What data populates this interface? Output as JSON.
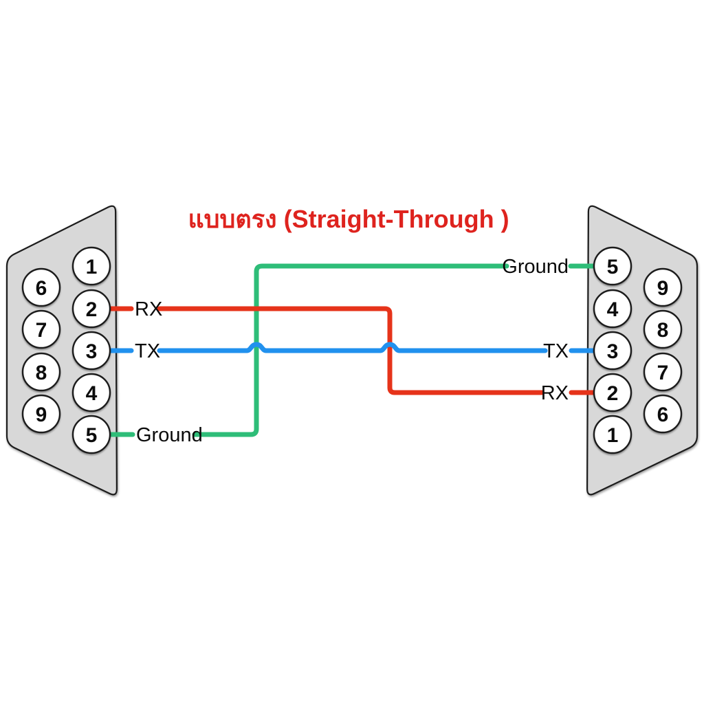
{
  "title": {
    "text": "แบบตรง (Straight-Through )"
  },
  "colors": {
    "title": "#de231e",
    "wire_red": "#e6331a",
    "wire_blue": "#2191ee",
    "wire_green": "#2ebd78",
    "connector_fill": "#d8d8d8",
    "connector_stroke": "#1c1c1c",
    "pin_fill": "#ffffff",
    "pin_stroke": "#1c1c1c",
    "background": "#ffffff"
  },
  "left_connector": {
    "inner_pins": [
      "1",
      "2",
      "3",
      "4",
      "5"
    ],
    "outer_pins": [
      "6",
      "7",
      "8",
      "9"
    ]
  },
  "right_connector": {
    "inner_pins": [
      "5",
      "4",
      "3",
      "2",
      "1"
    ],
    "outer_pins": [
      "9",
      "8",
      "7",
      "6"
    ]
  },
  "wires": {
    "rx": {
      "signal": "RX",
      "color": "#e6331a",
      "left_pin": "2",
      "right_pin": "2",
      "left_label": "RX",
      "right_label": "RX"
    },
    "tx": {
      "signal": "TX",
      "color": "#2191ee",
      "left_pin": "3",
      "right_pin": "3",
      "left_label": "TX",
      "right_label": "TX"
    },
    "ground": {
      "signal": "Ground",
      "color": "#2ebd78",
      "left_pin": "5",
      "right_pin": "5",
      "left_label": "Ground",
      "right_label": "Ground"
    }
  }
}
